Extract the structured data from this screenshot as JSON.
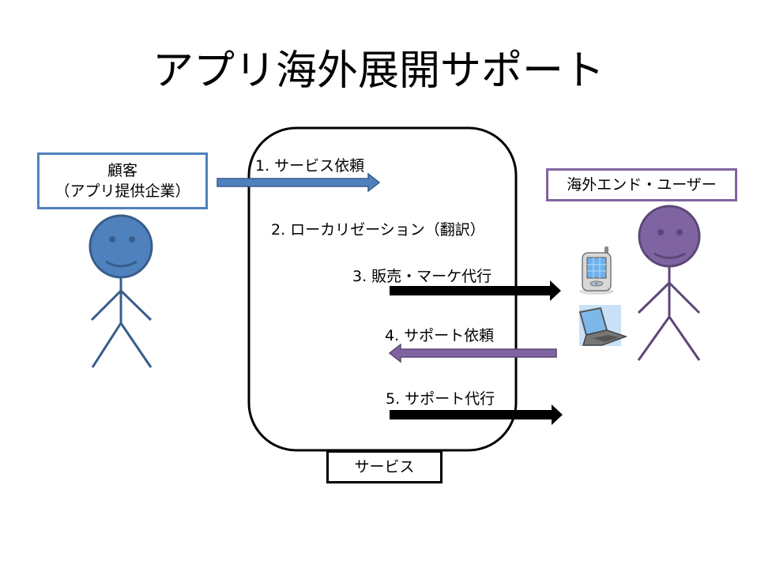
{
  "title": "アプリ海外展開サポート",
  "customer": {
    "line1": "顧客",
    "line2": "（アプリ提供企業）",
    "color": "#4f81bd",
    "stroke": "#385d8a"
  },
  "end_user": {
    "label": "海外エンド・ユーザー",
    "color": "#8064a2",
    "stroke": "#5c4776"
  },
  "service": {
    "label": "サービス"
  },
  "steps": [
    {
      "label": "1. サービス依頼",
      "direction": "right",
      "color": "#4f81bd"
    },
    {
      "label": "2. ローカリゼーション（翻訳）",
      "direction": "none",
      "color": ""
    },
    {
      "label": "3. 販売・マーケ代行",
      "direction": "right",
      "color": "#000000"
    },
    {
      "label": "4. サポート依頼",
      "direction": "left",
      "color": "#8064a2"
    },
    {
      "label": "5. サポート代行",
      "direction": "right",
      "color": "#000000"
    }
  ],
  "devices": [
    {
      "icon": "smartphone-icon"
    },
    {
      "icon": "laptop-icon"
    }
  ]
}
